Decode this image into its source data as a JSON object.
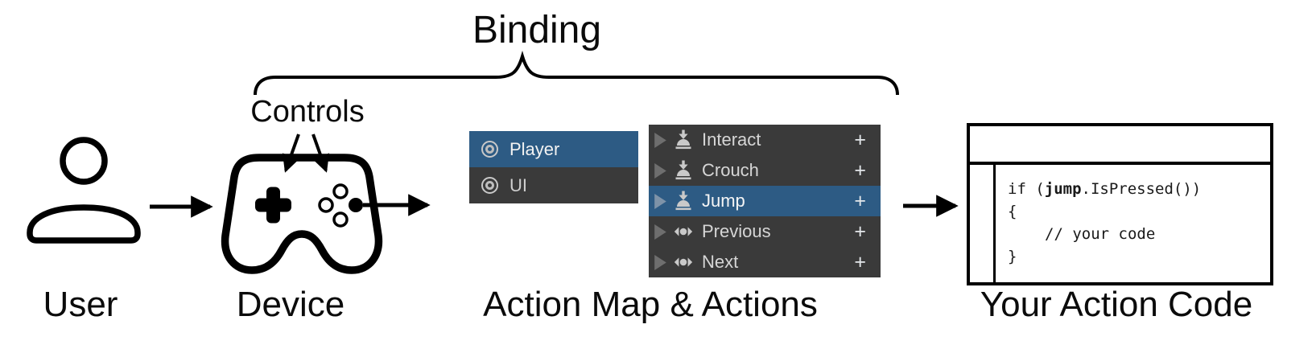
{
  "diagram": {
    "binding_label": "Binding",
    "controls_label": "Controls",
    "stage_labels": {
      "user": "User",
      "device": "Device",
      "action_map": "Action Map & Actions",
      "action_code": "Your Action Code"
    }
  },
  "action_map_panel": {
    "items": [
      {
        "label": "Player",
        "selected": true,
        "icon": "action-map-icon"
      },
      {
        "label": "UI",
        "selected": false,
        "icon": "action-map-icon"
      }
    ]
  },
  "actions_panel": {
    "rows": [
      {
        "label": "Interact",
        "icon": "button-action-icon",
        "add_label": "+",
        "selected": false
      },
      {
        "label": "Crouch",
        "icon": "button-action-icon",
        "add_label": "+",
        "selected": false
      },
      {
        "label": "Jump",
        "icon": "button-action-icon",
        "add_label": "+",
        "selected": true
      },
      {
        "label": "Previous",
        "icon": "axis-action-icon",
        "add_label": "+",
        "selected": false
      },
      {
        "label": "Next",
        "icon": "axis-action-icon",
        "add_label": "+",
        "selected": false
      }
    ]
  },
  "code_window": {
    "line1_prefix": "if (",
    "line1_bold": "jump",
    "line1_suffix": ".IsPressed())",
    "line2": "{",
    "line3": "// your code",
    "line4": "}"
  },
  "colors": {
    "selection_blue": "#2d5b84",
    "panel_dark": "#3a3a3a",
    "panel_text": "#d6d6d6",
    "icon_gray": "#c9c9c9",
    "line_black": "#000000"
  }
}
